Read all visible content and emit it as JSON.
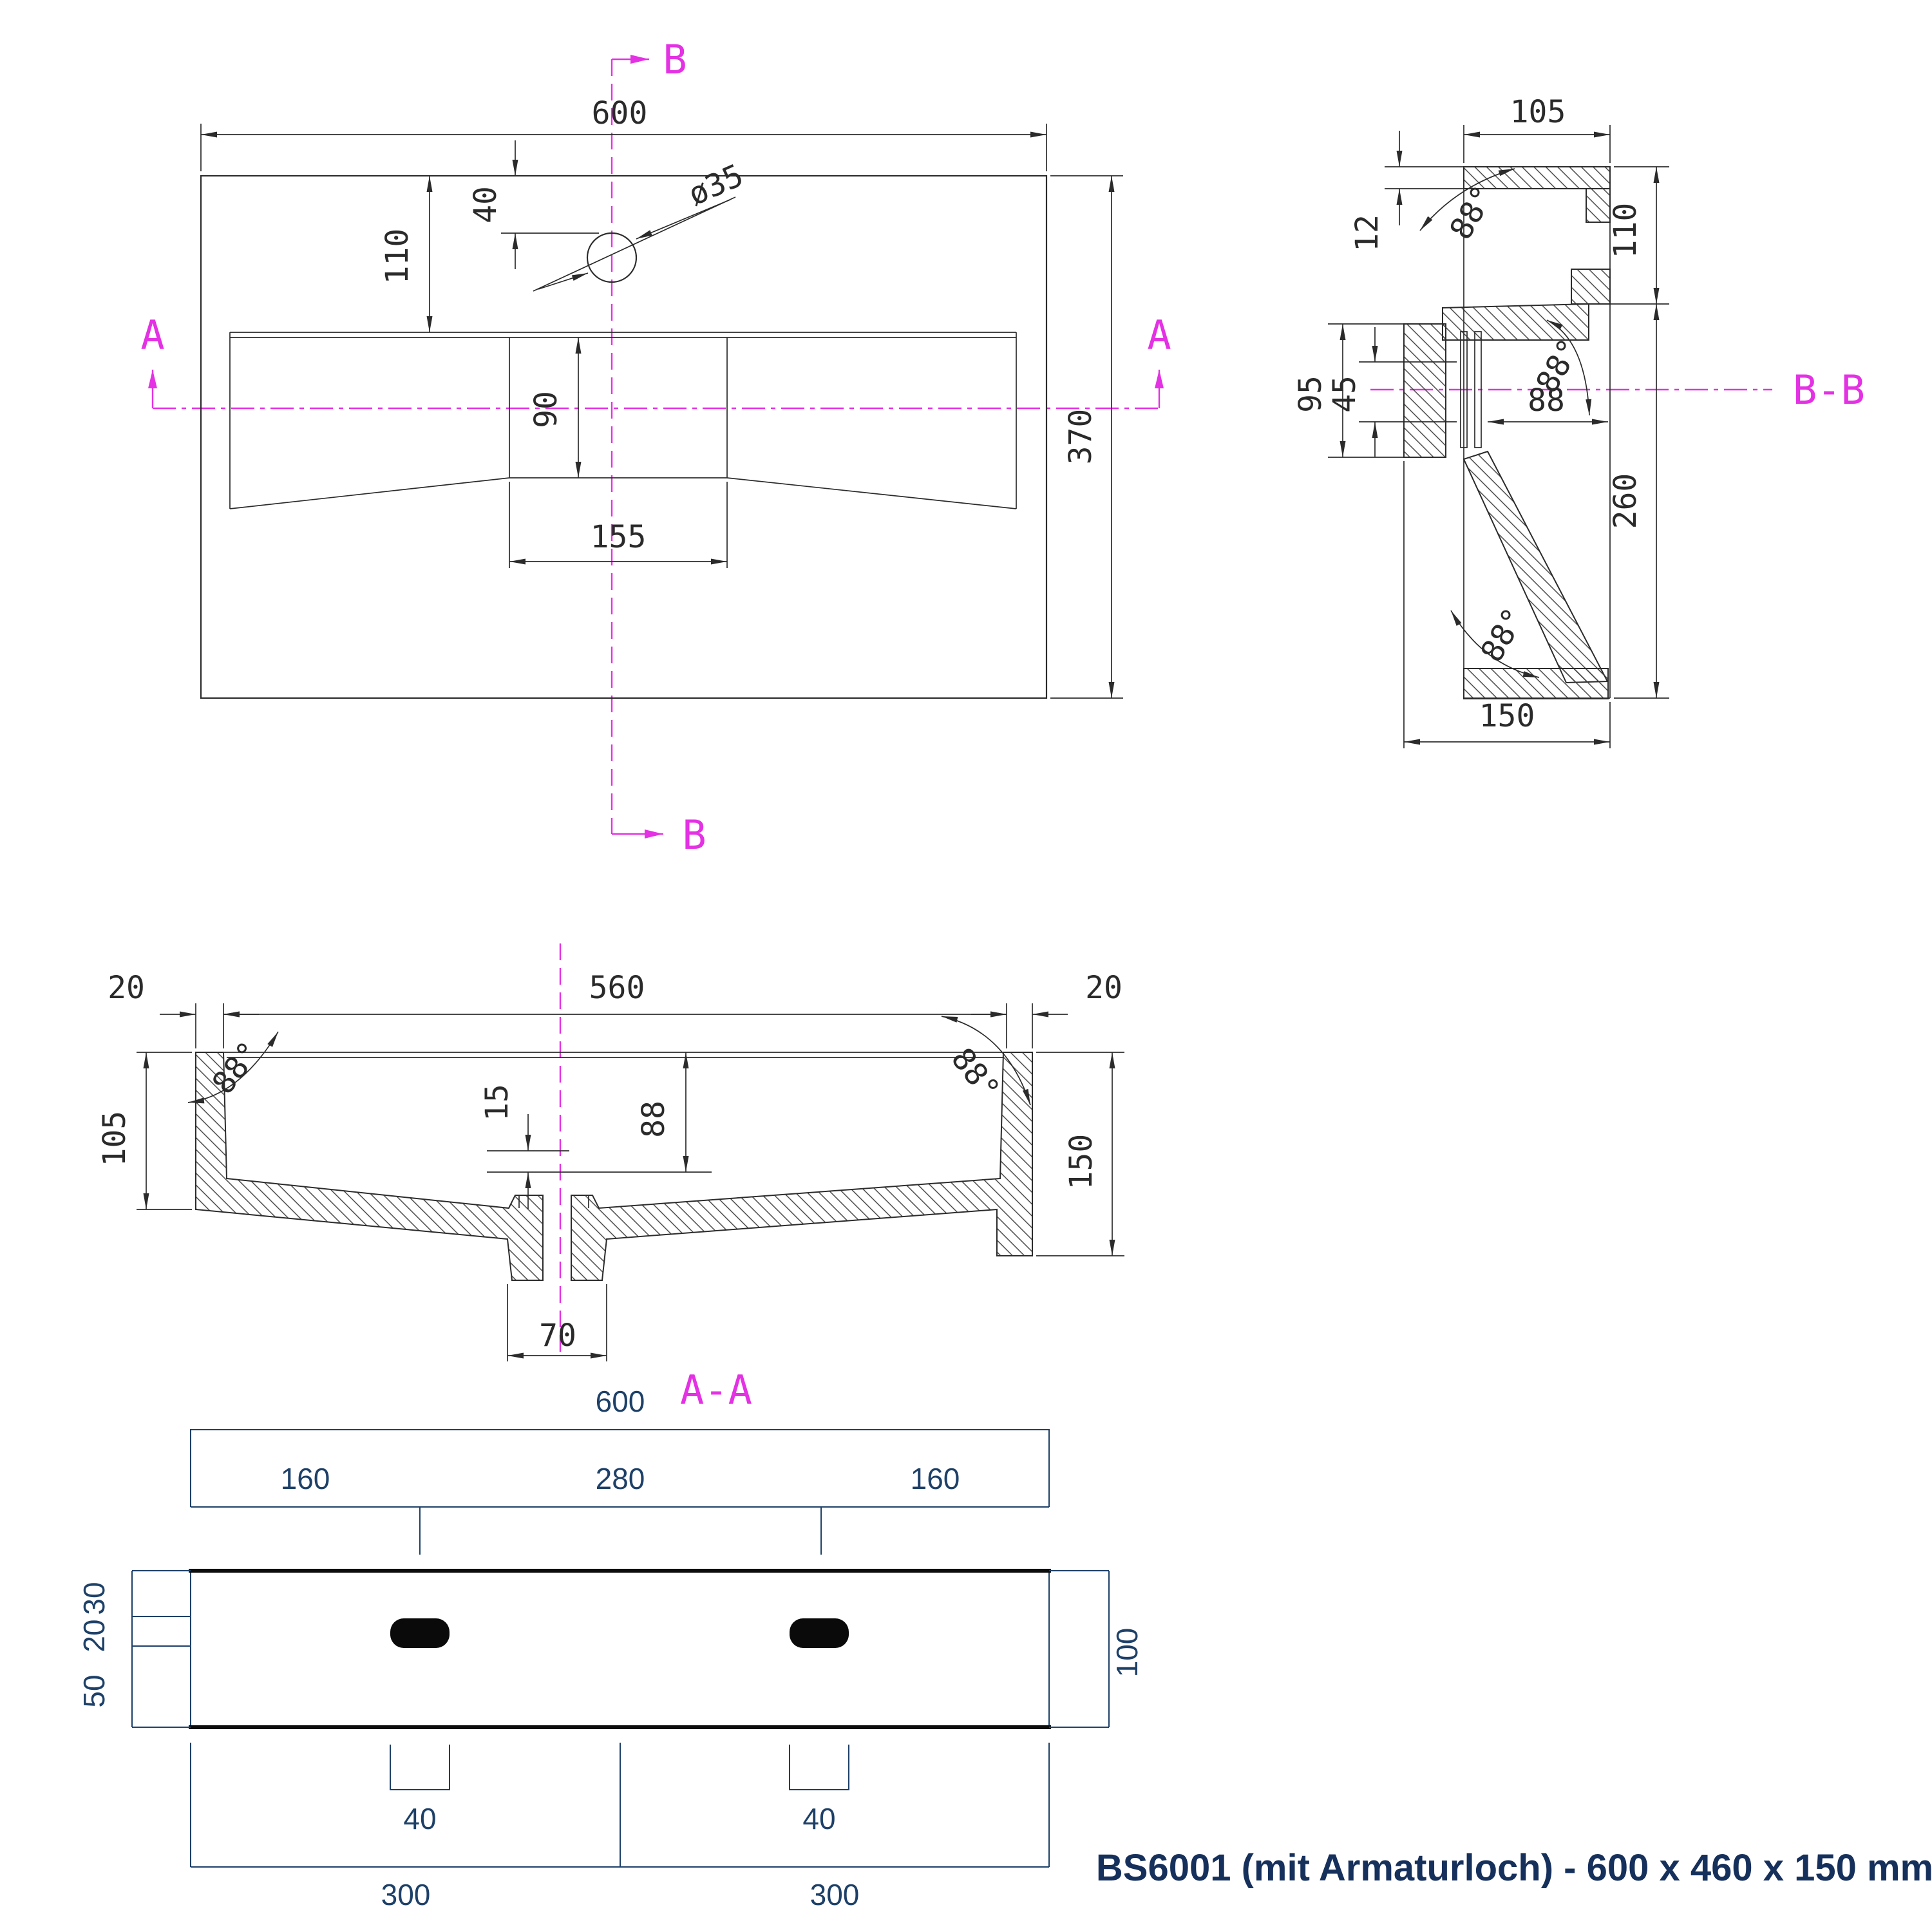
{
  "title": "BS6001 (mit Armaturloch) - 600 x 460 x 150 mm",
  "colors": {
    "magenta": "#e431e4",
    "navy_dim": "#1d4068",
    "title_navy": "#16305c",
    "line": "#2b2b2b"
  },
  "plan": {
    "marker_a_left": "A",
    "marker_a_right": "A",
    "marker_b_top": "B",
    "marker_b_bottom": "B",
    "d600": "600",
    "d40": "40",
    "d110": "110",
    "d35": "ø35",
    "d370": "370",
    "d90": "90",
    "d155": "155"
  },
  "bb": {
    "label": "B-B",
    "d105": "105",
    "d12": "12",
    "d110": "110",
    "d95": "95",
    "d45": "45",
    "d88": "88",
    "d260": "260",
    "d150": "150",
    "a1": "88°",
    "a2": "88°",
    "a3": "88°"
  },
  "aa": {
    "label": "A-A",
    "d20l": "20",
    "d560": "560",
    "d20r": "20",
    "d105": "105",
    "d15": "15",
    "d88": "88",
    "d150": "150",
    "d70": "70",
    "a1": "88°",
    "a2": "88°"
  },
  "bottom": {
    "d600": "600",
    "d160l": "160",
    "d280": "280",
    "d160r": "160",
    "d30": "30",
    "d20": "20",
    "d50": "50",
    "d100": "100",
    "d40l": "40",
    "d40r": "40",
    "d300l": "300",
    "d300r": "300"
  }
}
